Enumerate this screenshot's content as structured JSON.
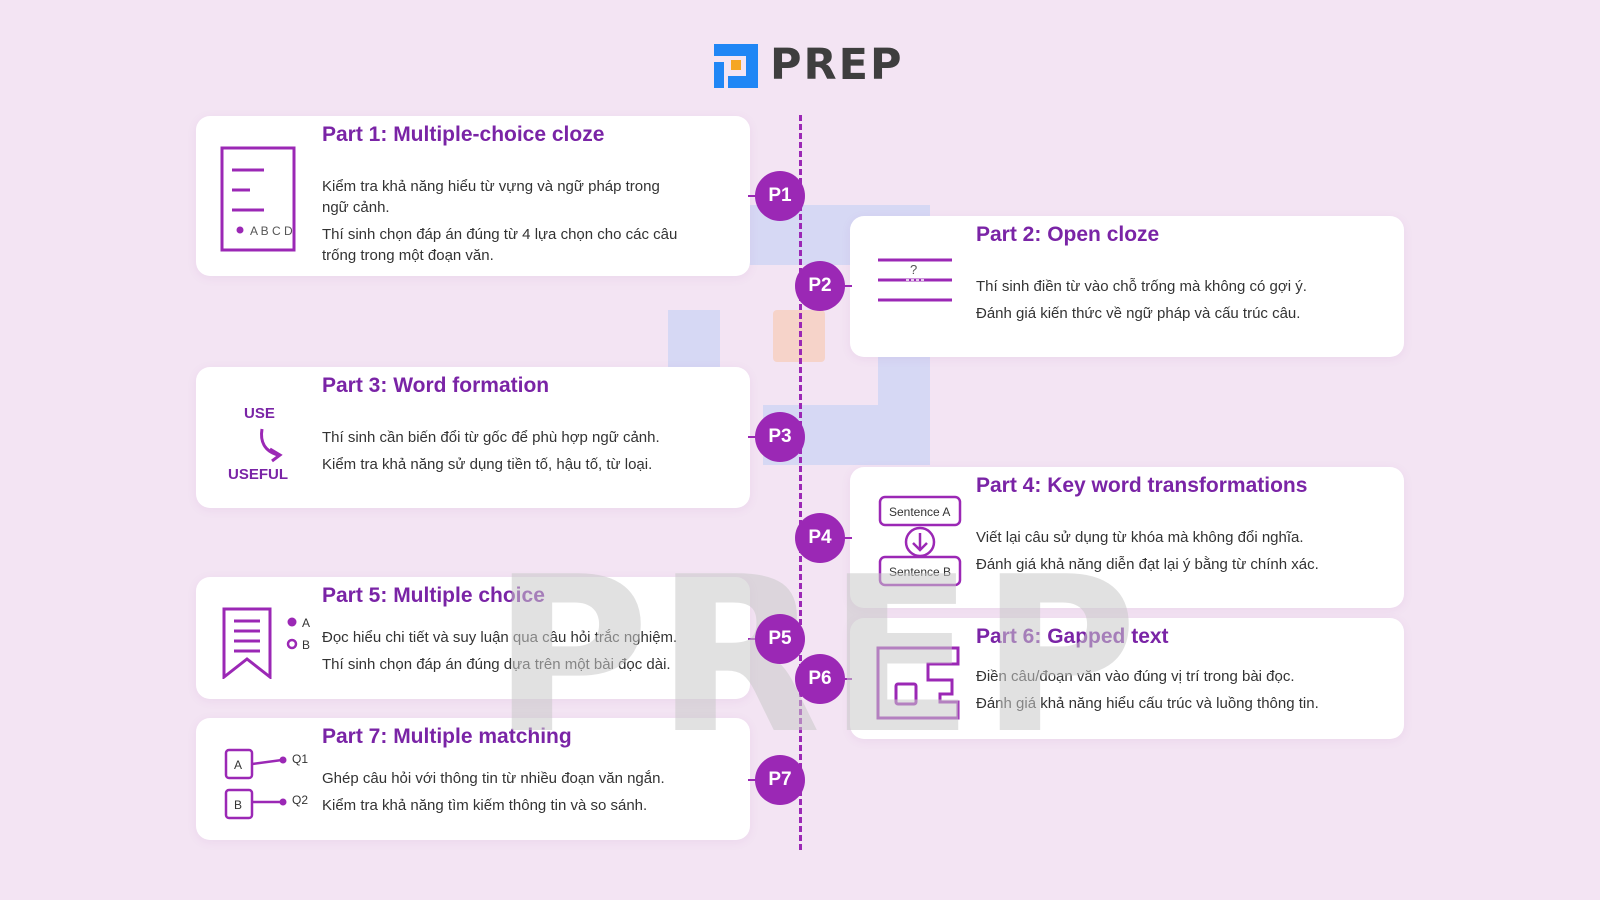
{
  "logo": {
    "text": "PREP",
    "blue": "#1f86f5",
    "orange": "#f5a623"
  },
  "watermark": {
    "text": "PREP"
  },
  "accent_color": "#9b28b5",
  "title_color": "#7a24a6",
  "background_color": "#f3e4f3",
  "parts": [
    {
      "badge": "P1",
      "title": "Part 1: Multiple-choice cloze",
      "icon": "document-abcd-icon",
      "icon_labels": {
        "options": "A B C D"
      },
      "lines": [
        "Kiểm tra khả năng hiểu từ vựng và ngữ pháp trong ngữ cảnh.",
        "Thí sinh chọn đáp án đúng từ 4 lựa chọn cho các câu trống trong một đoạn văn."
      ]
    },
    {
      "badge": "P2",
      "title": "Part 2: Open cloze",
      "icon": "blank-lines-question-icon",
      "icon_labels": {
        "mark": "?"
      },
      "lines": [
        "Thí sinh điền từ vào chỗ trống mà không có gợi ý.",
        "Đánh giá kiến thức về ngữ pháp và cấu trúc câu."
      ]
    },
    {
      "badge": "P3",
      "title": "Part 3: Word formation",
      "icon": "word-transform-icon",
      "icon_labels": {
        "from": "USE",
        "to": "USEFUL"
      },
      "lines": [
        "Thí sinh cần biến đổi từ gốc để phù hợp ngữ cảnh.",
        "Kiểm tra khả năng sử dụng tiền tố, hậu tố, từ loại."
      ]
    },
    {
      "badge": "P4",
      "title": "Part 4: Key word transformations",
      "icon": "sentence-transform-icon",
      "icon_labels": {
        "from": "Sentence A",
        "to": "Sentence B"
      },
      "lines": [
        "Viết lại câu sử dụng từ khóa mà không đổi nghĩa.",
        "Đánh giá khả năng diễn đạt lại ý bằng từ chính xác."
      ]
    },
    {
      "badge": "P5",
      "title": "Part 5: Multiple choice",
      "icon": "bookmark-options-icon",
      "icon_labels": {
        "a": "A",
        "b": "B"
      },
      "lines": [
        "Đọc hiểu chi tiết và suy luận qua câu hỏi trắc nghiệm.",
        "Thí sinh chọn đáp án đúng dựa trên một bài đọc dài."
      ]
    },
    {
      "badge": "P6",
      "title": "Part 6: Gapped text",
      "icon": "puzzle-gap-icon",
      "lines": [
        "Điền câu/đoạn văn vào đúng vị trí trong bài đọc.",
        "Đánh giá khả năng hiểu cấu trúc và luồng thông tin."
      ]
    },
    {
      "badge": "P7",
      "title": "Part 7: Multiple matching",
      "icon": "matching-icon",
      "icon_labels": {
        "a": "A",
        "b": "B",
        "q1": "Q1",
        "q2": "Q2"
      },
      "lines": [
        "Ghép câu hỏi với thông tin từ nhiều đoạn văn ngắn.",
        "Kiểm tra khả năng tìm kiếm thông tin và so sánh."
      ]
    }
  ]
}
